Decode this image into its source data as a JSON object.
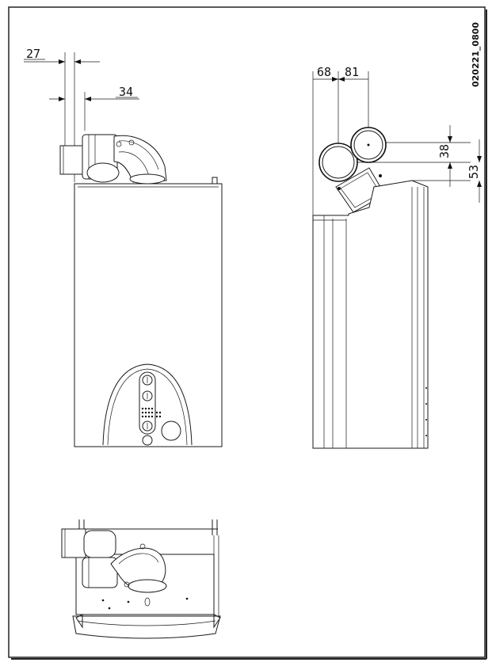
{
  "drawing": {
    "code": "020221_0800",
    "front_view": {
      "dim_a": "27",
      "dim_b": "34"
    },
    "side_view": {
      "dim_a": "68",
      "dim_b": "81",
      "dim_c": "38",
      "dim_d": "53"
    }
  }
}
